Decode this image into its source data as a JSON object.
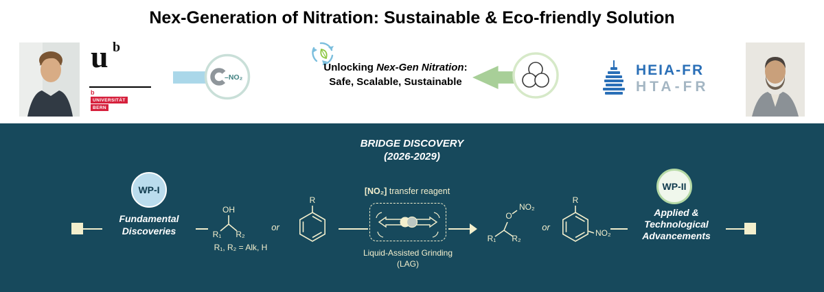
{
  "title": "Nex-Generation of Nitration: Sustainable & Eco-friendly Solution",
  "header": {
    "unibe": {
      "u": "u",
      "b": "b",
      "small_b": "b",
      "line1": "UNIVERSITÄT",
      "line2": "BERN"
    },
    "cno2_label": "–NO₂",
    "center": {
      "part1": "Unlocking ",
      "part2": "Nex-Gen Nitration",
      "part3": ": Safe, Scalable, Sustainable"
    },
    "heia": {
      "line1": "HEIA-FR",
      "line2": "HTA-FR"
    }
  },
  "bridge": {
    "title_line1": "BRIDGE DISCOVERY",
    "title_line2": "(2026-2029)",
    "wp1": {
      "badge": "WP-I",
      "line1": "Fundamental",
      "line2": "Discoveries"
    },
    "wp2": {
      "badge": "WP-II",
      "line1": "Applied &",
      "line2": "Technological",
      "line3": "Advancements"
    }
  },
  "chem": {
    "oh": "OH",
    "r1": "R₁",
    "r2": "R₂",
    "r": "R",
    "or": "or",
    "alk_note": "R₁, R₂ = Alk, H",
    "reagent_bold": "[NO₂]",
    "reagent_rest": " transfer reagent",
    "lag_line1": "Liquid-Assisted Grinding",
    "lag_line2": "(LAG)",
    "o": "O",
    "ono2": "NO₂",
    "no2": "NO₂",
    "pr1": "R₁",
    "pr2": "R₂"
  },
  "colors": {
    "teal_background": "#17495c",
    "cream": "#f3efcd",
    "arrow_blue": "#aad7e9",
    "arrow_green": "#a8cf98",
    "wp1_fill": "#badced",
    "wp2_border": "#b5d9a5",
    "heia_blue": "#2a6fb7",
    "heia_gray": "#a4b6c3",
    "unibe_red": "#d6203c",
    "cno2_text": "#3d7f7f"
  }
}
